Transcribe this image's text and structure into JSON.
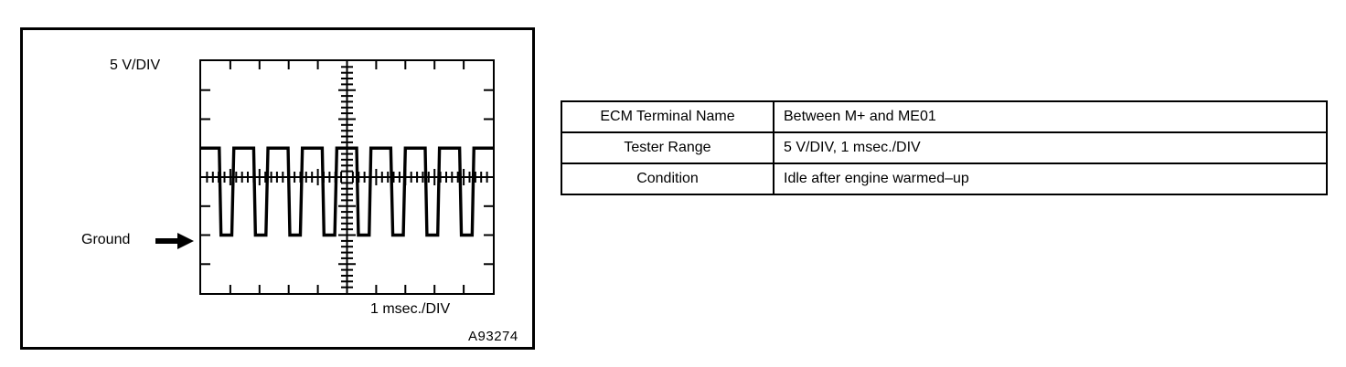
{
  "figure": {
    "code": "A93274",
    "vertical_scale_label": "5 V/DIV",
    "horizontal_scale_label": "1 msec./DIV",
    "ground_label": "Ground",
    "ground_arrow_icon": "arrow-right-icon"
  },
  "spec_table": {
    "rows": [
      {
        "label": "ECM Terminal Name",
        "value": "Between M+ and ME01"
      },
      {
        "label": "Tester Range",
        "value": "5 V/DIV, 1 msec./DIV"
      },
      {
        "label": "Condition",
        "value": "Idle after engine warmed–up"
      }
    ]
  },
  "chart_data": {
    "type": "line",
    "title": "",
    "subtitle": "",
    "xlabel": "1 msec./DIV",
    "ylabel": "5 V/DIV",
    "grid": true,
    "legend_position": "none",
    "axis_style": "oscilloscope-graticule",
    "divisions_x": 10,
    "divisions_y": 8,
    "volts_per_div": 5,
    "msec_per_div": 1,
    "ground_level_div": -2.0,
    "high_level_div": 1.0,
    "annotations": [
      {
        "text": "Ground",
        "points_to": "low-level-trace",
        "icon": "arrow-right-icon"
      },
      {
        "text": "5 V/DIV",
        "position": "top-left-outside"
      },
      {
        "text": "1 msec./DIV",
        "position": "bottom-right-outside"
      }
    ],
    "description": "Square-wave injector/ignition signal: periodic pulses dropping from a high plateau near +1 division to ground near -2 divisions.",
    "series": [
      {
        "name": "M+ to ME01 signal",
        "units": "divisions",
        "x": [
          0.0,
          0.62,
          0.68,
          1.05,
          1.12,
          1.8,
          1.86,
          2.22,
          2.29,
          2.98,
          3.04,
          3.4,
          3.47,
          4.15,
          4.21,
          4.58,
          4.65,
          5.33,
          5.39,
          5.76,
          5.82,
          6.5,
          6.57,
          6.93,
          7.0,
          7.68,
          7.74,
          8.11,
          8.17,
          8.86,
          8.92,
          9.29,
          9.35,
          10.0
        ],
        "y": [
          1.0,
          1.0,
          -2.0,
          -2.0,
          1.0,
          1.0,
          -2.0,
          -2.0,
          1.0,
          1.0,
          -2.0,
          -2.0,
          1.0,
          1.0,
          -2.0,
          -2.0,
          1.0,
          1.0,
          -2.0,
          -2.0,
          1.0,
          1.0,
          -2.0,
          -2.0,
          1.0,
          1.0,
          -2.0,
          -2.0,
          1.0,
          1.0,
          -2.0,
          -2.0,
          1.0,
          1.0
        ]
      }
    ],
    "xlim": [
      0,
      10
    ],
    "ylim": [
      -4,
      4
    ]
  }
}
